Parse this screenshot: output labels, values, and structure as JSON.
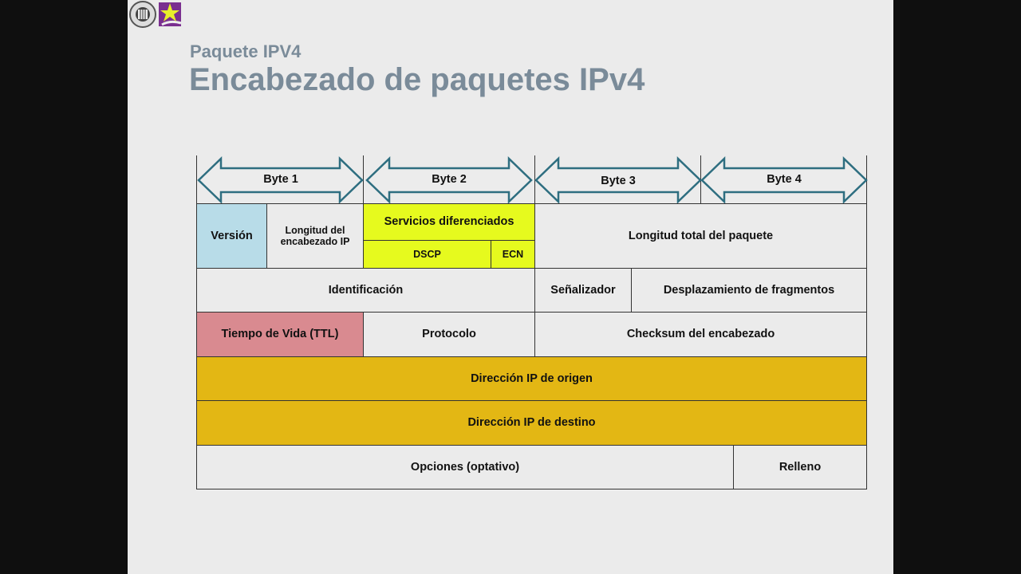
{
  "header": {
    "subtitle": "Paquete IPV4",
    "title": "Encabezado de paquetes IPv4"
  },
  "logos": [
    "university-seal",
    "star-logo"
  ],
  "bytes": [
    "Byte 1",
    "Byte 2",
    "Byte 3",
    "Byte 4"
  ],
  "fields": {
    "version": "Versión",
    "ihl": "Longitud del encabezado IP",
    "ds": "Servicios diferenciados",
    "dscp": "DSCP",
    "ecn": "ECN",
    "total_length": "Longitud total del paquete",
    "identification": "Identificación",
    "flags": "Señalizador",
    "fragment_offset": "Desplazamiento de fragmentos",
    "ttl": "Tiempo de Vida (TTL)",
    "protocol": "Protocolo",
    "checksum": "Checksum del encabezado",
    "src": "Dirección IP de origen",
    "dst": "Dirección IP de destino",
    "options": "Opciones (optativo)",
    "padding": "Relleno"
  },
  "colors": {
    "version": "#b8dce8",
    "ds": "#e6fa1e",
    "ttl": "#d98a90",
    "address": "#e3b714",
    "arrow": "#2e6e80"
  }
}
